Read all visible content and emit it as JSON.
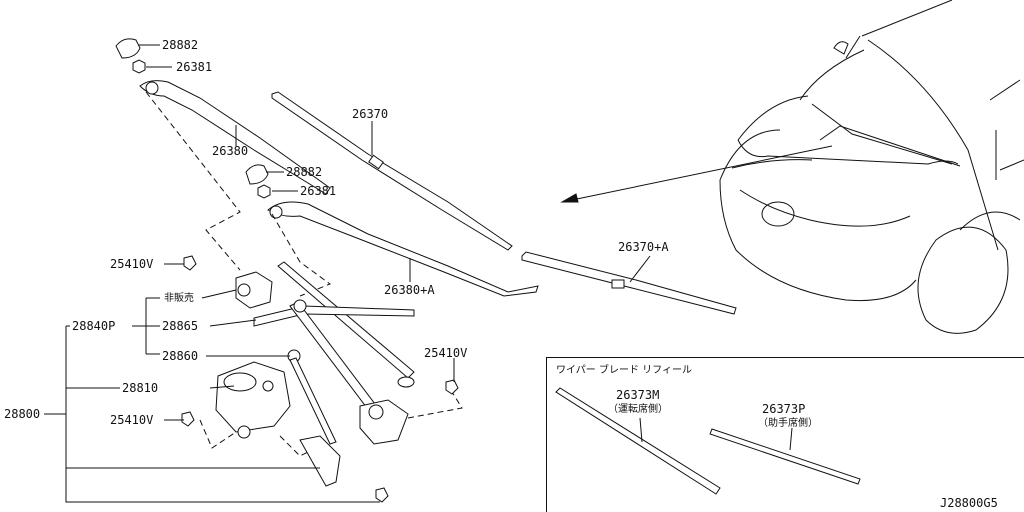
{
  "parts": {
    "cap_upper": "28882",
    "nut_upper": "26381",
    "arm_driver": "26380",
    "blade_driver": "26370",
    "cap_lower": "28882",
    "nut_lower": "26381",
    "arm_assist": "26380+A",
    "blade_assist": "26370+A",
    "bolt_left": "25410V",
    "not_sold": "非販売",
    "linkage_set": "28840P",
    "linkage": "28865",
    "pivot": "28860",
    "motor": "28810",
    "assembly": "28800",
    "bolt_lower": "25410V",
    "bolt_right": "25410V"
  },
  "refill": {
    "title": "ワイパー ブレード リフィール",
    "driver_part": "26373M",
    "driver_side": "（運転席側）",
    "assist_part": "26373P",
    "assist_side": "（助手席側）"
  },
  "diagram_code": "J28800G5"
}
